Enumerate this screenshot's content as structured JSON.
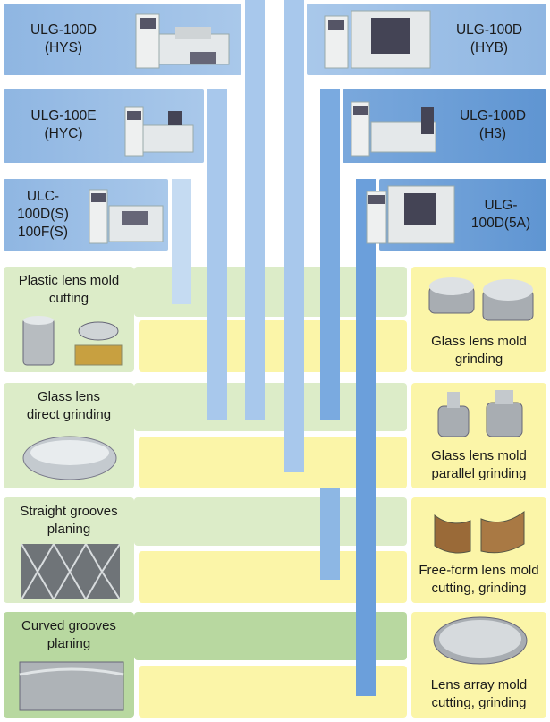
{
  "machines": [
    {
      "model": "ULG-100D\n(HYS)"
    },
    {
      "model": "ULG-100D\n(HYB)"
    },
    {
      "model": "ULG-100E\n(HYC)"
    },
    {
      "model": "ULG-100D\n(H3)"
    },
    {
      "model": "ULC-\n100D(S)\n100F(S)"
    },
    {
      "model": "ULG-\n100D(5A)"
    }
  ],
  "applications": {
    "left": [
      {
        "label": "Plastic lens mold\ncutting"
      },
      {
        "label": "Glass lens\ndirect grinding"
      },
      {
        "label": "Straight grooves\nplaning"
      },
      {
        "label": "Curved grooves\nplaning"
      }
    ],
    "right": [
      {
        "label": "Glass lens mold\ngrinding"
      },
      {
        "label": "Glass lens mold\nparallel grinding"
      },
      {
        "label": "Free-form lens mold\ncutting, grinding"
      },
      {
        "label": "Lens array mold\ncutting, grinding"
      }
    ]
  },
  "colors": {
    "machine_bg": "#9dbfe6",
    "left_app_bg": "#dcecc8",
    "right_app_bg": "#fbf5a8",
    "flow_lane": "#8db7e4"
  }
}
